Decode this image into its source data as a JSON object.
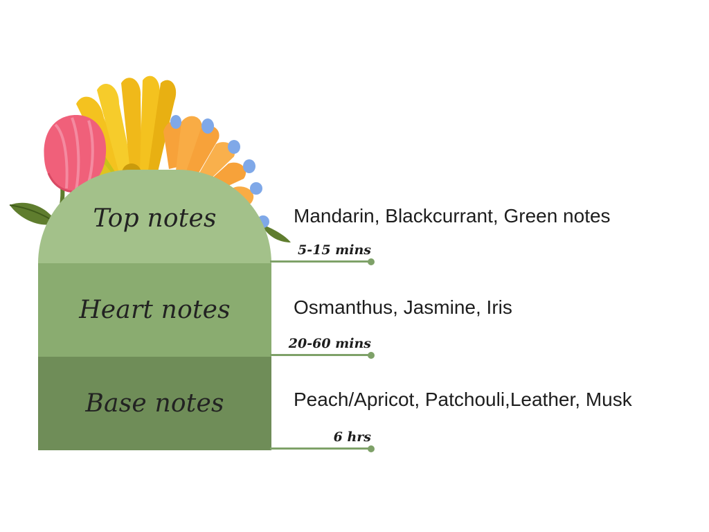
{
  "colors": {
    "top_tier": "#a3c18a",
    "heart_tier": "#8aac70",
    "base_tier": "#6f8d58",
    "connector": "#7ea168"
  },
  "tiers": [
    {
      "label": "Top notes",
      "notes": "Mandarin, Blackcurrant, Green notes",
      "duration": "5-15 mins"
    },
    {
      "label": "Heart notes",
      "notes": "Osmanthus, Jasmine, Iris",
      "duration": "20-60 mins"
    },
    {
      "label": "Base notes",
      "notes": "Peach/Apricot, Patchouli,Leather, Musk",
      "duration": "6 hrs"
    }
  ],
  "decoration": [
    "pink-tulip-icon",
    "yellow-flower-icon",
    "orange-flower-icon",
    "leaf-icon"
  ]
}
